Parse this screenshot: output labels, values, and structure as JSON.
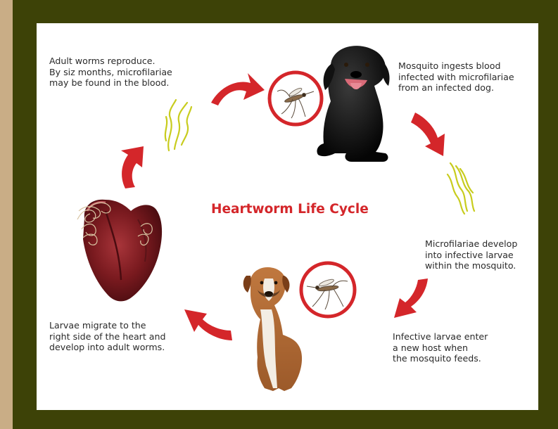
{
  "diagram": {
    "title": "Heartworm Life Cycle",
    "steps": [
      {
        "text": "Mosquito ingests blood\ninfected with microfilariae\nfrom an infected dog."
      },
      {
        "text": "Microfilariae develop\ninto infective larvae\nwithin the mosquito."
      },
      {
        "text": "Infective larvae enter\na new host when\nthe mosquito feeds."
      },
      {
        "text": "Larvae migrate to the\nright side of the heart and\ndevelop into adult worms."
      },
      {
        "text": "Adult worms reproduce.\nBy siz months, microfilariae\nmay be found in the blood."
      }
    ]
  },
  "colors": {
    "outer_background": "#c9ad86",
    "frame": "#3d4207",
    "panel": "#ffffff",
    "accent_red": "#d4262a",
    "worm_yellow": "#c8cc1e"
  },
  "icons": {
    "mosquito_ring_top": "mosquito-icon",
    "mosquito_ring_bottom": "mosquito-icon",
    "black_dog": "black-labrador-image",
    "puppy": "boxer-puppy-image",
    "heart": "infected-heart-image",
    "worms": "microfilariae-icon"
  }
}
